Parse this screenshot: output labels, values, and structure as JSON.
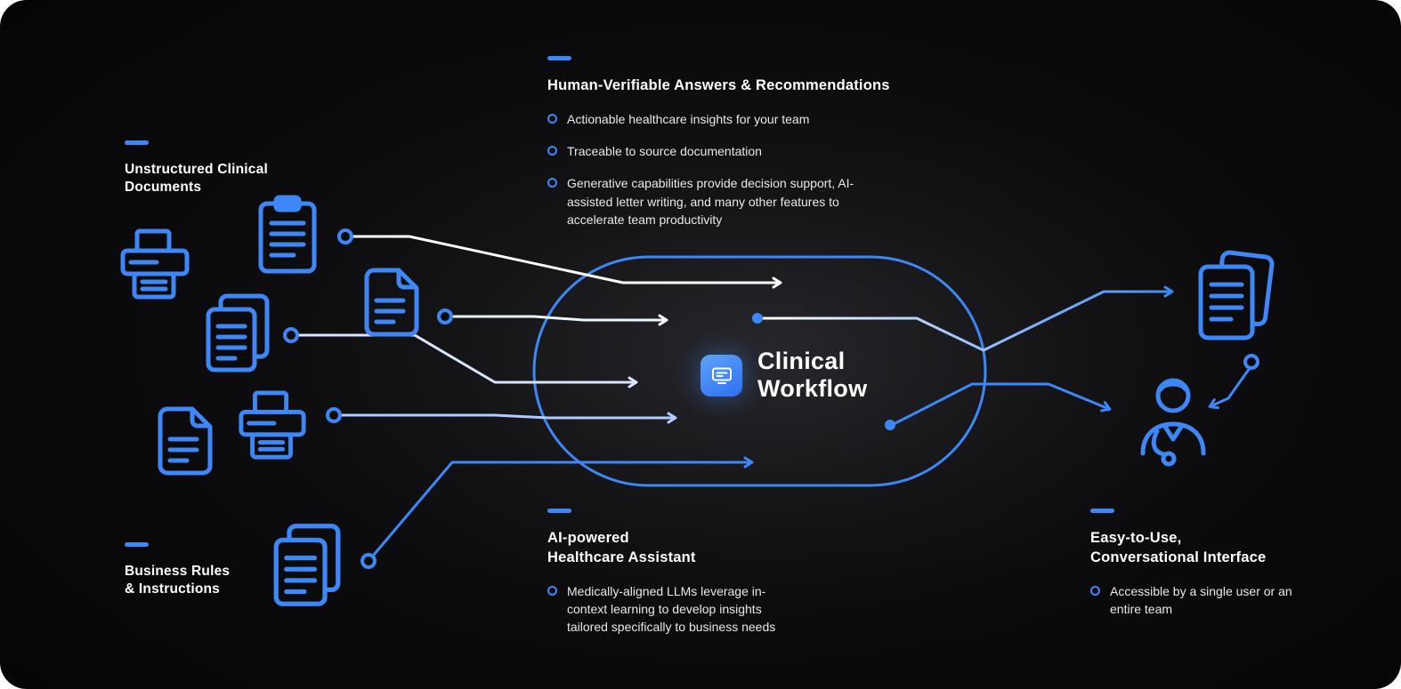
{
  "colors": {
    "accent": "#3E87F6",
    "background": "#060607",
    "heading": "#FFFFFF",
    "body_text": "#E8E9EC"
  },
  "center": {
    "icon": "chat-screen-icon",
    "title_lines": [
      "Clinical",
      "Workflow"
    ]
  },
  "labels": {
    "unstructured": {
      "title_lines": [
        "Unstructured Clinical",
        "Documents"
      ]
    },
    "business_rules": {
      "title_lines": [
        "Business Rules",
        "& Instructions"
      ]
    }
  },
  "sections": {
    "answers": {
      "title": "Human-Verifiable Answers & Recommendations",
      "bullets": [
        "Actionable healthcare insights for your team",
        "Traceable to source documentation",
        "Generative capabilities provide decision support, AI-assisted letter writing, and many other features to accelerate team productivity"
      ]
    },
    "assistant": {
      "title_lines": [
        "AI-powered",
        "Healthcare Assistant"
      ],
      "bullets": [
        "Medically-aligned LLMs leverage in-context learning to develop insights tailored specifically to business needs"
      ]
    },
    "interface": {
      "title_lines": [
        "Easy-to-Use,",
        "Conversational Interface"
      ],
      "bullets": [
        "Accessible by a single user or an entire team"
      ]
    }
  },
  "icons": {
    "left": [
      "printer-icon",
      "clipboard-icon",
      "stacked-documents-icon",
      "document-icon",
      "document-icon",
      "printer-icon",
      "stacked-documents-icon"
    ],
    "right": [
      "stacked-documents-icon",
      "doctor-icon"
    ],
    "center": "chat-screen-icon"
  }
}
